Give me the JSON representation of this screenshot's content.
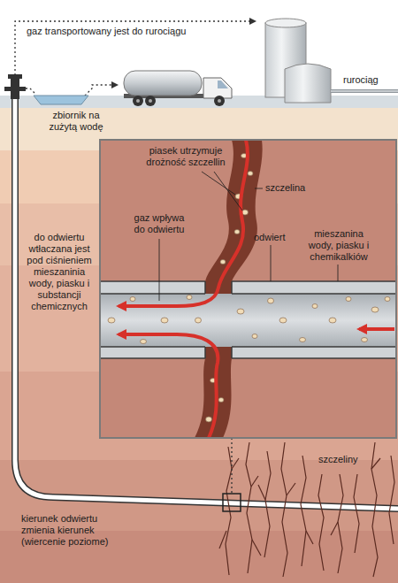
{
  "diagram": {
    "labels": [
      "gaz transportowany jest do rurociągu",
      "zbiornik na zużytą wodę",
      "rurociąg",
      "piasek utrzymuje drożność szczellin",
      "szczelina",
      "gaz wpływa do odwiertu",
      "odwiert",
      "mieszanina wody, piasku i chemikalkiów",
      "do odwiertu wtłaczana jest pod ciśnieniem mieszaninia wody, piasku i substancji chemicznych",
      "szczeliny",
      "kierunek odwiertu zmienia kierunek (wiercenie poziome)"
    ]
  }
}
